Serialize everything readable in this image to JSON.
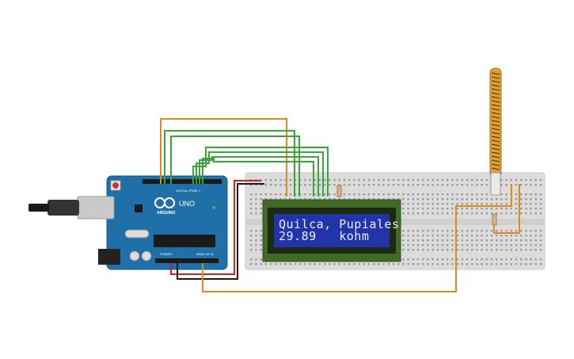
{
  "arduino": {
    "logo": "ARDUINO",
    "model": "UNO",
    "header_digital": "DIGITAL (PWM~)",
    "header_power": "POWER",
    "header_analog": "ANALOG IN",
    "board_color": "#1f6fa8"
  },
  "lcd": {
    "line1": "Quilca, Pupiales",
    "line2": "29.89   kohm",
    "backlight_color": "#2333a8",
    "bezel_color": "#3f6b26"
  },
  "wire_colors": {
    "orange": "#e08a1c",
    "green": "#3aa636",
    "red": "#d62020",
    "black": "#1a1a1a"
  }
}
